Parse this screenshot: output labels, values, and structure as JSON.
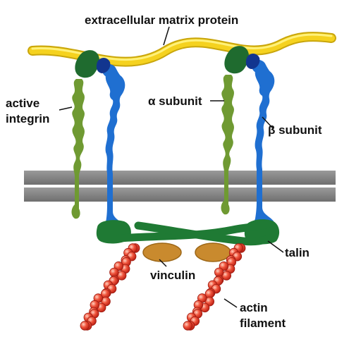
{
  "labels": {
    "matrix": "extracellular matrix protein",
    "active": "active",
    "integrin": "integrin",
    "alpha": "α subunit",
    "beta": "β subunit",
    "talin": "talin",
    "vinculin": "vinculin",
    "actin1": "actin",
    "actin2": "filament"
  },
  "colors": {
    "matrix": "#f5d21f",
    "matrix_shade": "#c9a60c",
    "alpha_subunit": "#6f9a32",
    "beta_subunit": "#1f6fd1",
    "integrin_head": "#1f6b2f",
    "membrane": "#8c8c8c",
    "talin": "#1f7a34",
    "vinculin": "#c98a2e",
    "actin": "#e03a2a"
  }
}
